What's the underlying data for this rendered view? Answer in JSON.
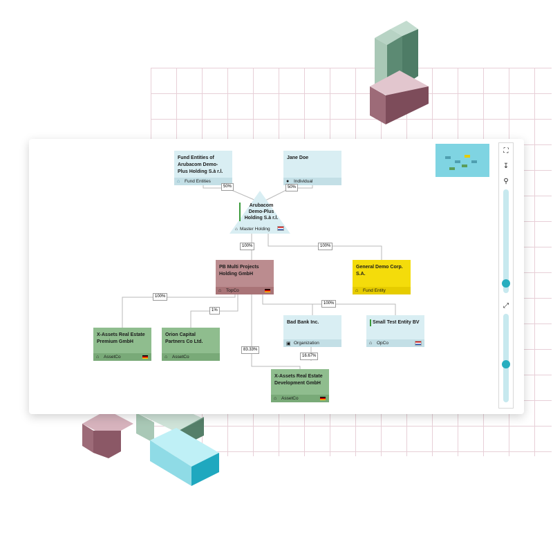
{
  "nodes": {
    "fund_entities": {
      "name": "Fund Entities of Arubacom Demo-Plus Holding S.à r.l.",
      "type": "Fund Entities"
    },
    "jane_doe": {
      "name": "Jane Doe",
      "type": "Individual"
    },
    "master": {
      "name": "Arubacom Demo-Plus Holding S.à r.l.",
      "type": "Master Holding"
    },
    "pb_multi": {
      "name": "PB Multi Projects Holding GmbH",
      "type": "TopCo"
    },
    "general_demo": {
      "name": "General Demo Corp. S.A.",
      "type": "Fund Entity"
    },
    "xassets_premium": {
      "name": "X-Assets Real Estate Premium GmbH",
      "type": "AssetCo"
    },
    "orion": {
      "name": "Orion Capital Partners Co Ltd.",
      "type": "AssetCo"
    },
    "bad_bank": {
      "name": "Bad Bank Inc.",
      "type": "Organization"
    },
    "small_test": {
      "name": "Small Test Entity BV",
      "type": "OpCo"
    },
    "xassets_dev": {
      "name": "X-Assets Real Estate Development GmbH",
      "type": "AssetCo"
    }
  },
  "edges": {
    "fund_to_master": "50%",
    "jane_to_master": "50%",
    "master_to_pb": "100%",
    "master_to_general": "100%",
    "pb_to_premium": "100%",
    "pb_to_orion": "1%",
    "pb_to_group": "100%",
    "pb_to_dev": "83.33%",
    "bad_to_dev": "16.67%"
  },
  "colors": {
    "light_blue": "#d9eef3",
    "light_blue_footer": "#c3dfe6",
    "rose": "#bb8c8f",
    "rose_footer": "#a97477",
    "yellow": "#f4dc0b",
    "yellow_footer": "#e6cc00",
    "green": "#8fbd8e",
    "green_footer": "#79aa78",
    "slider": "#27aebf"
  },
  "controls": {
    "fit_icon": "fullscreen-icon",
    "export_icon": "export-icon",
    "zoom_icon": "search-icon",
    "resize_icon": "resize-icon"
  }
}
